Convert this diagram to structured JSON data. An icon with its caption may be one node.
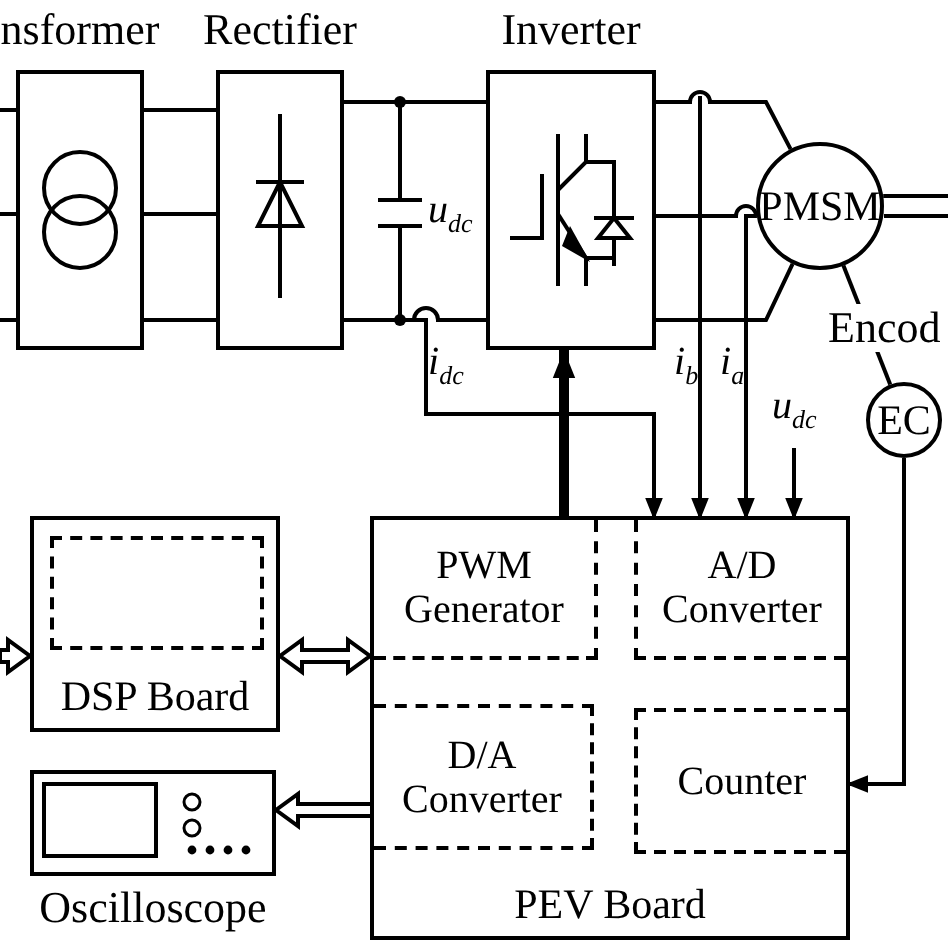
{
  "diagram": {
    "nodes": [
      {
        "text": [
          "nsformer"
        ]
      },
      {
        "text": [
          "Rectifier"
        ]
      },
      {
        "text": [
          "Inverter"
        ]
      },
      {
        "text": [
          "PMSM"
        ]
      },
      {
        "text": [
          "EC"
        ],
        "beside": [
          "Encod"
        ]
      },
      {
        "text": [
          "PEV Board"
        ]
      },
      {
        "text": [
          "PWM Generator"
        ],
        "in": 5
      },
      {
        "text": [
          "A/D Converter"
        ],
        "in": 5
      },
      {
        "text": [
          "D/A Converter"
        ],
        "in": 5
      },
      {
        "text": [
          "Counter"
        ],
        "in": 5
      },
      {
        "text": [
          "DSP Board"
        ]
      },
      {
        "text": [],
        "shape": "box",
        "in": 10
      },
      {
        "text": [
          "Oscilloscope"
        ]
      }
    ],
    "edges": [
      {
        "from": null,
        "to": 0,
        "arrow": "none"
      },
      {
        "from": null,
        "to": 0,
        "arrow": "none"
      },
      {
        "from": null,
        "to": 0,
        "arrow": "none"
      },
      {
        "from": 0,
        "to": 1,
        "arrow": "none"
      },
      {
        "from": 0,
        "to": 1,
        "arrow": "none"
      },
      {
        "from": 0,
        "to": 1,
        "arrow": "none"
      },
      {
        "from": 1,
        "to": 2,
        "arrow": "none"
      },
      {
        "from": 1,
        "to": 2,
        "arrow": "none"
      },
      {
        "from": 2,
        "to": 3,
        "arrow": "none"
      },
      {
        "from": 2,
        "to": 3,
        "arrow": "none"
      },
      {
        "from": 2,
        "to": 3,
        "arrow": "none"
      },
      {
        "from": 3,
        "to": null,
        "arrow": "none"
      },
      {
        "from": 3,
        "to": 4,
        "arrow": "none"
      },
      {
        "from": 4,
        "to": 9,
        "arrow": "to"
      },
      {
        "from": 6,
        "to": 2,
        "arrow": "to",
        "style": "thick"
      },
      {
        "from": 1,
        "to": 7,
        "arrow": "to",
        "label": "i$_{dc}$"
      },
      {
        "from": null,
        "to": 7,
        "arrow": "to",
        "label": "i$_{b}$"
      },
      {
        "from": 3,
        "to": 7,
        "arrow": "to",
        "label": "i$_{a}$"
      },
      {
        "from": null,
        "to": 7,
        "arrow": "to",
        "label": "u$_{dc}$"
      },
      {
        "from": null,
        "to": 10,
        "arrow": "to"
      },
      {
        "from": 10,
        "to": 5,
        "arrow": "both"
      },
      {
        "from": 8,
        "to": 12,
        "arrow": "to"
      }
    ],
    "labels": [
      "u$_{dc}$"
    ]
  }
}
